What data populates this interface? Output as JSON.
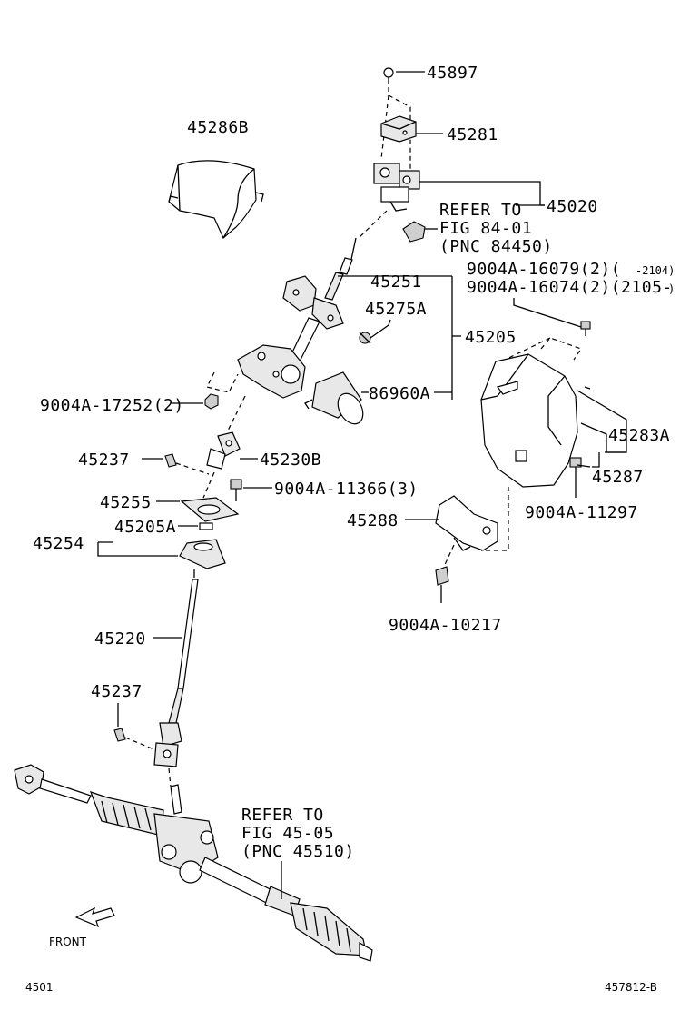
{
  "labels": {
    "p45897": "45897",
    "p45281": "45281",
    "p45286B": "45286B",
    "p45020": "45020",
    "refer84_l1": "REFER TO",
    "refer84_l2": "FIG 84-01",
    "refer84_l3": "(PNC 84450)",
    "p45251": "45251",
    "p45275A": "45275A",
    "p45205": "45205",
    "p86960A": "86960A",
    "bolt16079": "9004A-16079(2)(",
    "bolt16079_range": "-2104)",
    "bolt16074": "9004A-16074(2)(2105-",
    "bolt16074_close": ")",
    "bolt17252": "9004A-17252(2)",
    "p45237_top": "45237",
    "p45230B": "45230B",
    "bolt11366": "9004A-11366(3)",
    "p45255": "45255",
    "p45205A": "45205A",
    "p45254": "45254",
    "p45283A": "45283A",
    "p45287": "45287",
    "bolt11297": "9004A-11297",
    "p45288": "45288",
    "bolt10217": "9004A-10217",
    "p45220": "45220",
    "p45237_bot": "45237",
    "refer45_l1": "REFER TO",
    "refer45_l2": "FIG 45-05",
    "refer45_l3": "(PNC 45510)",
    "front": "FRONT",
    "page_code": "4501",
    "fig_code": "457812-B"
  }
}
